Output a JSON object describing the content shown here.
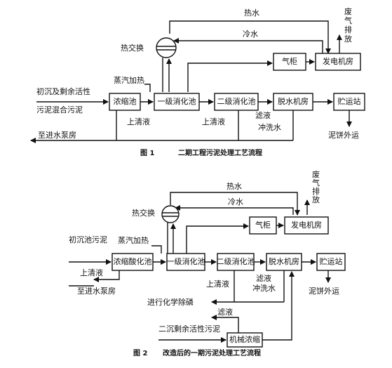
{
  "figure1": {
    "boxes": {
      "thickener": "浓缩池",
      "digester1": "一级消化池",
      "digester2": "二级消化池",
      "dewatering": "脱水机房",
      "storage": "贮运站",
      "gas_holder": "气柜",
      "power_house": "发电机房"
    },
    "labels": {
      "hot_water": "热水",
      "cold_water": "冷水",
      "heat_exchange": "热交换",
      "waste_gas": [
        "废",
        "气",
        "排",
        "放"
      ],
      "steam_heating": "蒸汽加热",
      "input_line1": "初沉及剩余活性",
      "input_line2": "污泥混合污泥",
      "supernatant_a": "上清液",
      "supernatant_b": "上清液",
      "filtrate": "滤液",
      "rinse_water": "冲洗水",
      "cake_out": "泥饼外运",
      "to_pump": "至进水泵房"
    },
    "caption_no": "图 1",
    "caption": "二期工程污泥处理工艺流程"
  },
  "figure2": {
    "boxes": {
      "thickener": "浓缩酸化池",
      "digester1": "一级消化池",
      "digester2": "二级消化池",
      "dewatering": "脱水机房",
      "storage": "贮运站",
      "gas_holder": "气柜",
      "power_house": "发电机房",
      "mech_thickening": "机械浓缩"
    },
    "labels": {
      "hot_water": "热水",
      "cold_water": "冷水",
      "heat_exchange": "热交换",
      "waste_gas": [
        "废",
        "气",
        "排",
        "放"
      ],
      "steam_heating": "蒸汽加热",
      "input": "初沉池污泥",
      "supernatant_a": "上清液",
      "to_pump": "至进水泵房",
      "supernatant_b": "上清液",
      "filtrate": "滤液",
      "rinse_water": "冲洗水",
      "cake_out": "泥饼外运",
      "chem_p_removal": "进行化学除磷",
      "filtrate2": "滤液",
      "excess_sludge": "二沉剩余活性污泥"
    },
    "caption_no": "图 2",
    "caption": "改造后的一期污泥处理工艺流程"
  }
}
